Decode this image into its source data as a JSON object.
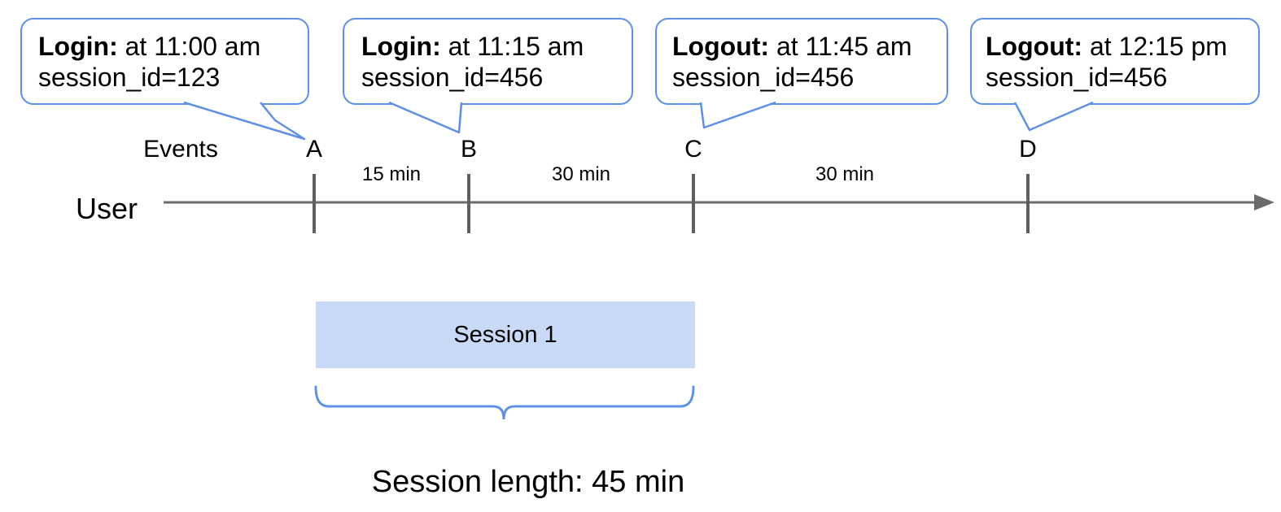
{
  "colors": {
    "callout_border_blue": "#5f90e8",
    "session_box_fill": "#c9daf8",
    "timeline_gray": "#6b6b6b",
    "tick_gray": "#5f5f5f",
    "text_black": "#000000"
  },
  "callouts": [
    {
      "event": "A",
      "label": "Login:",
      "rest": " at 11:00 am",
      "line2": "session_id=123"
    },
    {
      "event": "B",
      "label": "Login:",
      "rest": " at 11:15 am",
      "line2": "session_id=456"
    },
    {
      "event": "C",
      "label": "Logout:",
      "rest": " at 11:45 am",
      "line2": "session_id=456"
    },
    {
      "event": "D",
      "label": "Logout:",
      "rest": " at 12:15 pm",
      "line2": "session_id=456"
    }
  ],
  "timeline": {
    "axis_caption": "Events",
    "user_label": "User",
    "events": [
      "A",
      "B",
      "C",
      "D"
    ],
    "intervals": [
      "15 min",
      "30 min",
      "30 min"
    ]
  },
  "session": {
    "box_label": "Session 1",
    "caption": "Session length: 45 min"
  }
}
